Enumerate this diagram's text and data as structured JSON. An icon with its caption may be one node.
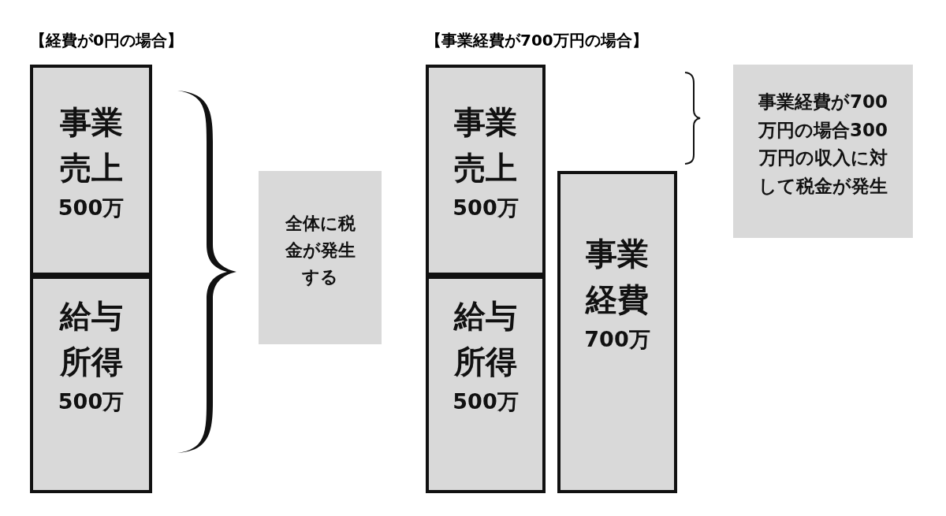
{
  "diagram": {
    "nodes": [
      {
        "text": [
          "事業売上",
          "500万"
        ]
      },
      {
        "text": [
          "給与所得",
          "500万"
        ]
      },
      {
        "text": [
          "全体に税金が発生する"
        ]
      },
      {
        "text": [
          "事業売上",
          "500万"
        ]
      },
      {
        "text": [
          "給与所得",
          "500万"
        ]
      },
      {
        "text": [
          "事業経費",
          "700万"
        ]
      },
      {
        "text": [
          "事業経費が700万円の場合300万円の収入に対して税金が発生"
        ]
      },
      {
        "text": [],
        "shape": "bracket"
      },
      {
        "text": [],
        "shape": "bracket"
      }
    ],
    "edges": [],
    "labels": [
      "【経費が0円の場合】",
      "【事業経費が700万円の場合】"
    ]
  }
}
